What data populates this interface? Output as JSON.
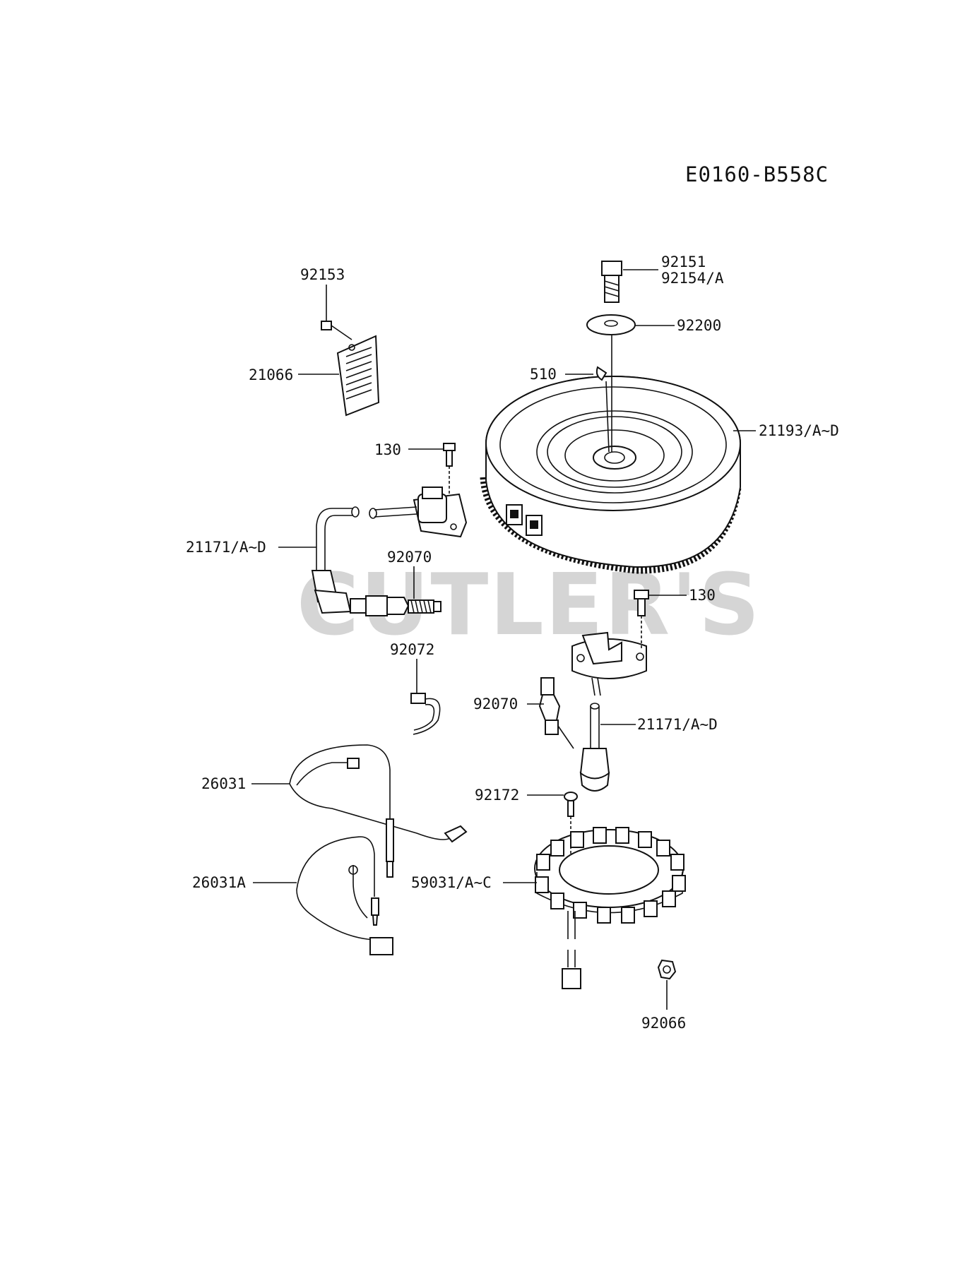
{
  "diagram": {
    "code": "E0160-B558C",
    "watermark": "CUTLER'S",
    "callouts": {
      "p92153": "92153",
      "p21066": "21066",
      "p130_top": "130",
      "p21171_left": "21171/A~D",
      "p92070_top": "92070",
      "p92072": "92072",
      "p26031": "26031",
      "p26031a": "26031A",
      "p92151": "92151",
      "p92154": "92154/A",
      "p92200": "92200",
      "p510": "510",
      "p21193": "21193/A~D",
      "p130_right": "130",
      "p92070_mid": "92070",
      "p21171_right": "21171/A~D",
      "p92172": "92172",
      "p59031": "59031/A~C",
      "p92066": "92066"
    }
  }
}
